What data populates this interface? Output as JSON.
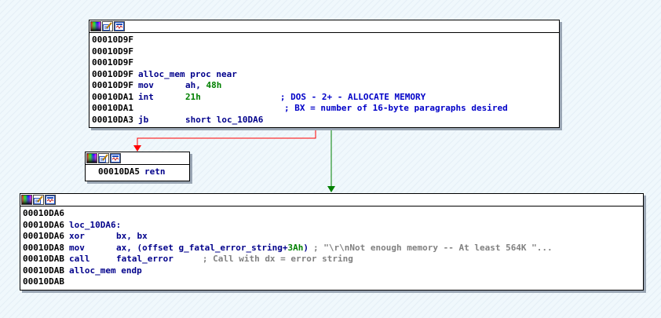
{
  "colors": {
    "background": "#f0f8fc",
    "edge_false": "#ff0000",
    "edge_true": "#008000",
    "keyword": "#00008b",
    "number": "#008000",
    "comment": "#0000c8",
    "comment_gray": "#808080"
  },
  "toolbar_icons": [
    "color-palette-icon",
    "rename-edit-icon",
    "graph-layout-icon"
  ],
  "blocks": {
    "top": {
      "lines": [
        {
          "addr": "00010D9F"
        },
        {
          "addr": "00010D9F"
        },
        {
          "addr": "00010D9F"
        },
        {
          "addr": "00010D9F",
          "label": "alloc_mem proc near"
        },
        {
          "addr": "00010D9F",
          "mnem": "mov",
          "op1": "ah, ",
          "num": "48h"
        },
        {
          "addr": "00010DA1",
          "mnem": "int",
          "num": "21h",
          "comment": "; DOS - 2+ - ALLOCATE MEMORY"
        },
        {
          "addr": "00010DA1",
          "comment": "; BX = number of 16-byte paragraphs desired"
        },
        {
          "addr": "00010DA3",
          "mnem": "jb",
          "op1": "short loc_10DA6"
        }
      ]
    },
    "ret": {
      "lines": [
        {
          "addr": "00010DA5",
          "mnem": "retn"
        }
      ]
    },
    "bottom": {
      "lines": [
        {
          "addr": "00010DA6"
        },
        {
          "addr": "00010DA6",
          "label": "loc_10DA6:"
        },
        {
          "addr": "00010DA6",
          "mnem": "xor",
          "op1": "bx, bx"
        },
        {
          "addr": "00010DA8",
          "mnem": "mov",
          "op1": "ax, (offset g_fatal_error_string+",
          "num": "3Ah",
          "op2": ")",
          "str": "; \"\\r\\nNot enough memory -- At least 564K \"..."
        },
        {
          "addr": "00010DAB",
          "mnem": "call",
          "op1": "fatal_error",
          "cmtg": "; Call with dx = error string"
        },
        {
          "addr": "00010DAB",
          "label": "alloc_mem endp"
        },
        {
          "addr": "00010DAB"
        }
      ]
    }
  }
}
